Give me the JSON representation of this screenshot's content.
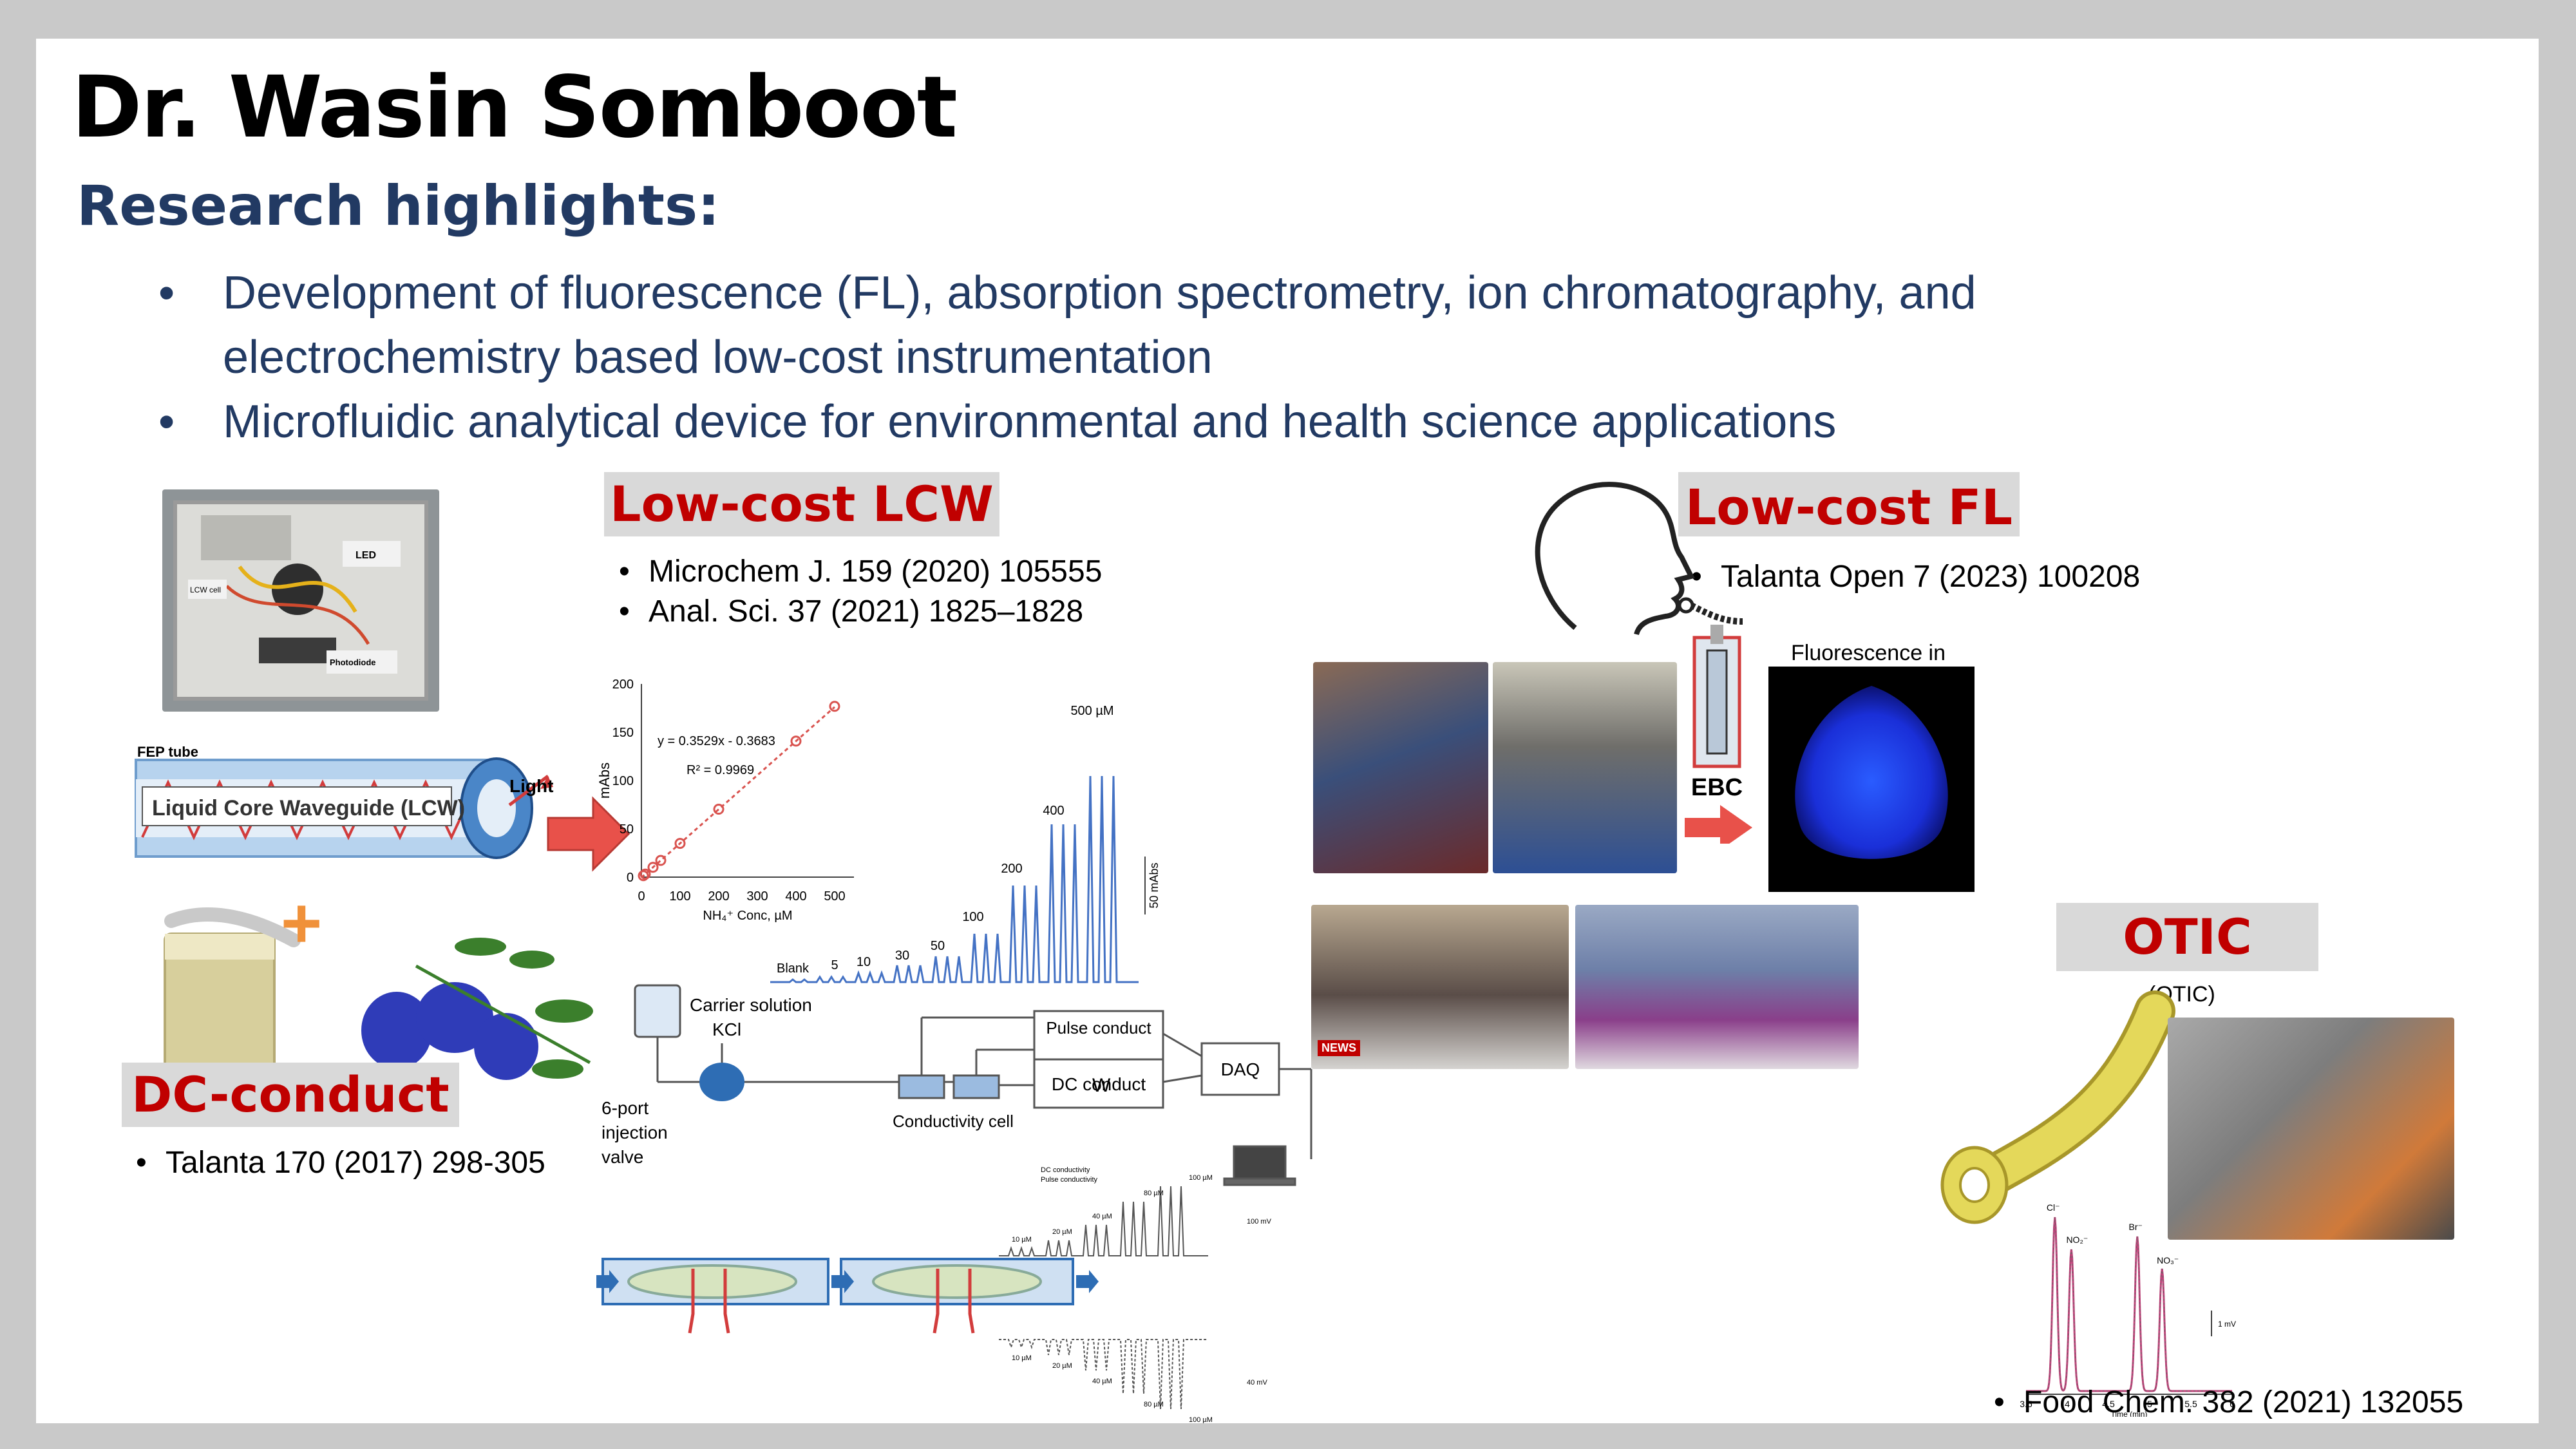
{
  "title": "Dr. Wasin Somboot",
  "subtitle": "Research highlights:",
  "bullet_symbol": "•",
  "bullets": [
    "Development of fluorescence (FL), absorption spectrometry, ion chromatography, and electrochemistry based low-cost instrumentation",
    "Microfluidic analytical device for environmental and health science applications"
  ],
  "sections": {
    "lcw": {
      "label": "Low-cost LCW",
      "refs": [
        "Microchem J. 159 (2020) 105555",
        "Anal. Sci. 37 (2021) 1825–1828"
      ]
    },
    "fl": {
      "label": "Low-cost FL",
      "refs": [
        "Talanta Open 7 (2023) 100208"
      ]
    },
    "dc": {
      "label": "DC-conduct",
      "refs": [
        "Talanta 170 (2017) 298-305"
      ]
    },
    "otic": {
      "label": "OTIC",
      "refs": [
        "Food Chem. 382 (2021) 132055"
      ]
    }
  },
  "lcw_figure": {
    "box_labels": {
      "led": "LED",
      "lcw_cell": "LCW cell",
      "photodiode": "Photodiode"
    },
    "tube_label": "FEP tube",
    "waveguide_label": "Liquid Core Waveguide (LCW)",
    "light_label": "Light",
    "plus": "+"
  },
  "calibration": {
    "equation": "y = 0.3529x - 0.3683",
    "r2": "R² = 0.9969",
    "ylabel": "mAbs",
    "xlabel": "NH₄⁺ Conc, µM",
    "y_ticks": [
      "0",
      "50",
      "100",
      "150",
      "200"
    ],
    "x_ticks": [
      "0",
      "100",
      "200",
      "300",
      "400",
      "500"
    ],
    "points": [
      [
        5,
        1.5
      ],
      [
        10,
        3.2
      ],
      [
        30,
        10.2
      ],
      [
        50,
        17.3
      ],
      [
        100,
        34.9
      ],
      [
        200,
        70.3
      ],
      [
        400,
        140.8
      ],
      [
        500,
        176.8
      ]
    ]
  },
  "fia_trace": {
    "labels": [
      "Blank",
      "5",
      "10",
      "30",
      "50",
      "100",
      "200",
      "400",
      "500 µM"
    ],
    "scale_bar": "50 mAbs"
  },
  "dc_figure": {
    "carrier": "Carrier solution",
    "kcl": "KCl",
    "valve": "6-port injection valve",
    "pulse": "Pulse conduct",
    "dc": "DC conduct",
    "daq": "DAQ",
    "cell": "Conductivity cell",
    "waste": "W",
    "trace_legend": [
      "DC conductivity",
      "Pulse conductivity"
    ],
    "trace_labels_top": [
      "10 µM",
      "20 µM",
      "40 µM",
      "80 µM",
      "100 µM"
    ],
    "trace_labels_bottom": [
      "10 µM",
      "20 µM",
      "40 µM",
      "80 µM",
      "100 µM"
    ],
    "scale_top": "100 mV",
    "scale_bottom": "40 mV"
  },
  "fl_figure": {
    "fluorescence": "Fluorescence in",
    "ebc": "EBC",
    "news_tag": "NEWS"
  },
  "otic_figure": {
    "label": "(OTIC)",
    "peaks": [
      "Cl⁻",
      "NO₂⁻",
      "Br⁻",
      "NO₃⁻"
    ],
    "x_ticks": [
      "3.5",
      "4",
      "4.5",
      "5",
      "5.5",
      "6"
    ],
    "xlabel": "Time (min)",
    "scale": "1 mV"
  },
  "colors": {
    "heading": "#223a63",
    "label_text": "#c00000",
    "label_bg": "#d9d9d9",
    "trace": "#4472c4",
    "fit": "#d9534f",
    "arrow": "#e8514a"
  }
}
